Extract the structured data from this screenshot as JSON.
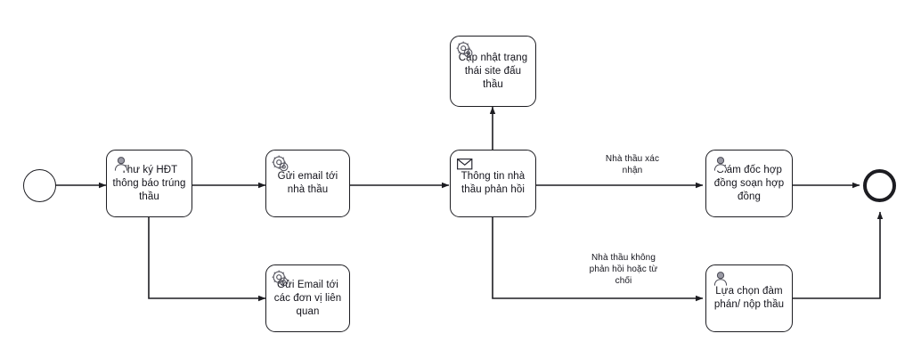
{
  "diagram": {
    "type": "bpmn-process-flow",
    "background_color": "#ffffff",
    "stroke_color": "#1d1d22",
    "text_color": "#12121a",
    "events": [
      {
        "id": "start",
        "kind": "start-event",
        "shape": "thin-circle"
      },
      {
        "id": "end",
        "kind": "end-event",
        "shape": "thick-circle"
      }
    ],
    "tasks": [
      {
        "id": "thu-ky-hdt",
        "label": "Thư ký HĐT\nthông báo trúng\nthầu",
        "icon": "user-icon",
        "icon_type": "user-task"
      },
      {
        "id": "gui-email-nha-thau",
        "label": "Gửi email tới\nnhà thầu",
        "icon": "gear-icon",
        "icon_type": "service-task"
      },
      {
        "id": "gui-email-don-vi",
        "label": "Gửi Email tới\ncác đơn vị liên\nquan",
        "icon": "gear-icon",
        "icon_type": "service-task"
      },
      {
        "id": "cap-nhat-site",
        "label": "Cập nhật trạng\nthái site đấu\nthầu",
        "icon": "gear-icon",
        "icon_type": "service-task"
      },
      {
        "id": "thong-tin-phan-hoi",
        "label": "Thông tin nhà\nthầu phản hồi",
        "icon": "envelope-icon",
        "icon_type": "message-task"
      },
      {
        "id": "giam-doc-soan-hop-dong",
        "label": "Giám đốc hợp\nđồng soạn hợp\nđồng",
        "icon": "user-icon",
        "icon_type": "user-task"
      },
      {
        "id": "lua-chon-dam-phan",
        "label": "Lựa chọn đàm\nphán/ nộp thầu",
        "icon": "user-icon",
        "icon_type": "user-task"
      }
    ],
    "edge_labels": [
      {
        "id": "nha-thau-xac-nhan",
        "text": "Nhà thầu xác\nnhận"
      },
      {
        "id": "nha-thau-khong-phan-hoi",
        "text": "Nhà thầu không\nphản hồi hoặc từ\nchối"
      }
    ]
  }
}
